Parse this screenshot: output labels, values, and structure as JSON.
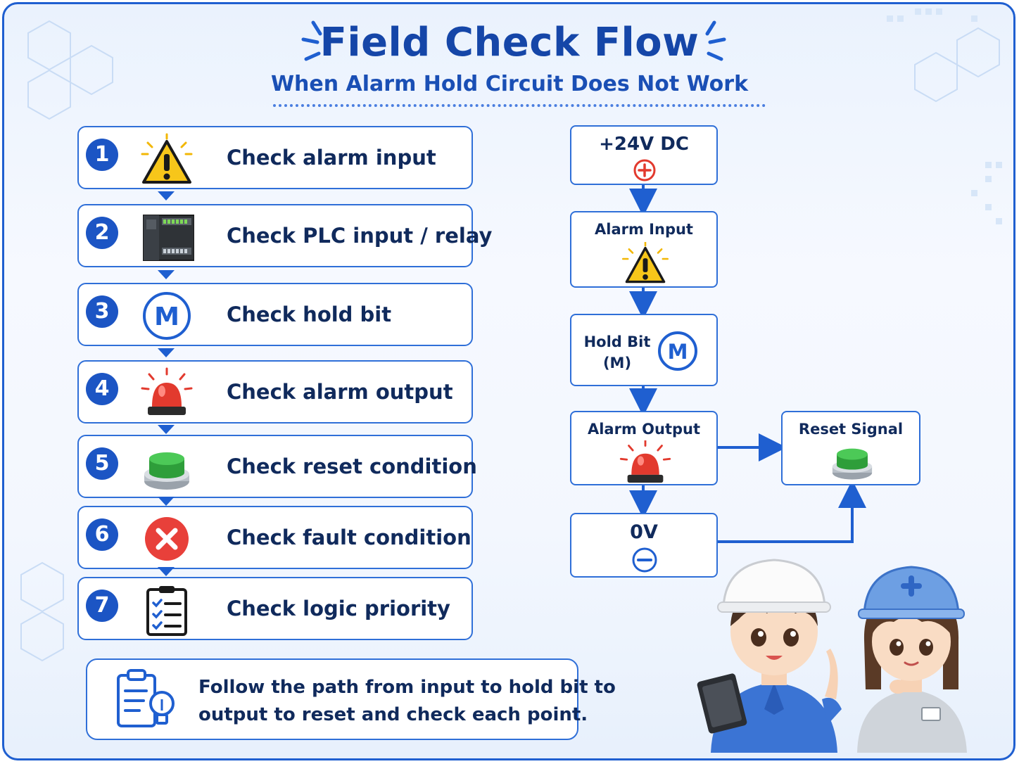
{
  "header": {
    "title": "Field Check Flow",
    "subtitle": "When Alarm Hold Circuit Does Not Work"
  },
  "steps": [
    {
      "num": "1",
      "label": "Check alarm input",
      "icon": "warning-icon"
    },
    {
      "num": "2",
      "label": "Check PLC input / relay",
      "icon": "plc-module-icon"
    },
    {
      "num": "3",
      "label": "Check hold bit",
      "icon": "m-bit-icon"
    },
    {
      "num": "4",
      "label": "Check alarm output",
      "icon": "alarm-light-icon"
    },
    {
      "num": "5",
      "label": "Check reset condition",
      "icon": "green-button-icon"
    },
    {
      "num": "6",
      "label": "Check fault condition",
      "icon": "error-x-icon"
    },
    {
      "num": "7",
      "label": "Check logic priority",
      "icon": "checklist-icon"
    }
  ],
  "flow": {
    "power": "+24V DC",
    "alarm_input": "Alarm Input",
    "hold_bit_line1": "Hold Bit",
    "hold_bit_line2": "(M)",
    "m_symbol": "M",
    "alarm_output": "Alarm Output",
    "reset_signal": "Reset Signal",
    "zero": "0V"
  },
  "note": {
    "line1": "Follow the path from input to hold bit to",
    "line2": "output to reset and check each point."
  },
  "colors": {
    "primary_blue": "#1f5fd0",
    "dark_text": "#102a5c",
    "warning_yellow": "#f7c61a",
    "alarm_red": "#e23a2e",
    "reset_green": "#3cb043"
  }
}
